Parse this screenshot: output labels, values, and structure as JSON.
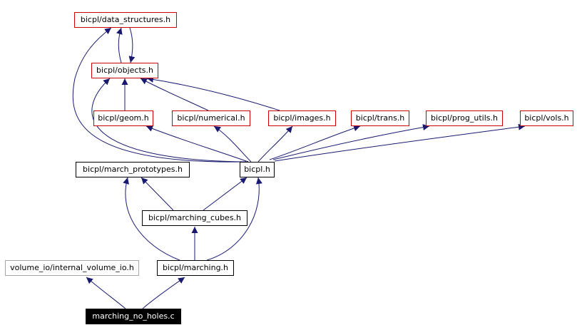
{
  "diagram": {
    "nodes": [
      {
        "id": "data_structures",
        "label": "bicpl/data_structures.h",
        "style": "red"
      },
      {
        "id": "objects",
        "label": "bicpl/objects.h",
        "style": "red"
      },
      {
        "id": "geom",
        "label": "bicpl/geom.h",
        "style": "red"
      },
      {
        "id": "numerical",
        "label": "bicpl/numerical.h",
        "style": "red"
      },
      {
        "id": "images",
        "label": "bicpl/images.h",
        "style": "red"
      },
      {
        "id": "trans",
        "label": "bicpl/trans.h",
        "style": "red"
      },
      {
        "id": "prog_utils",
        "label": "bicpl/prog_utils.h",
        "style": "red"
      },
      {
        "id": "vols",
        "label": "bicpl/vols.h",
        "style": "red"
      },
      {
        "id": "march_prototypes",
        "label": "bicpl/march_prototypes.h",
        "style": "black"
      },
      {
        "id": "bicpl",
        "label": "bicpl.h",
        "style": "black"
      },
      {
        "id": "marching_cubes",
        "label": "bicpl/marching_cubes.h",
        "style": "black"
      },
      {
        "id": "internal_volume_io",
        "label": "volume_io/internal_volume_io.h",
        "style": "gray"
      },
      {
        "id": "marching",
        "label": "bicpl/marching.h",
        "style": "black"
      },
      {
        "id": "root",
        "label": "marching_no_holes.c",
        "style": "root"
      }
    ],
    "edges": [
      {
        "from": "root",
        "to": "internal_volume_io"
      },
      {
        "from": "root",
        "to": "marching"
      },
      {
        "from": "marching",
        "to": "march_prototypes"
      },
      {
        "from": "marching",
        "to": "marching_cubes"
      },
      {
        "from": "marching",
        "to": "bicpl"
      },
      {
        "from": "marching_cubes",
        "to": "march_prototypes"
      },
      {
        "from": "marching_cubes",
        "to": "bicpl"
      },
      {
        "from": "bicpl",
        "to": "data_structures"
      },
      {
        "from": "bicpl",
        "to": "objects"
      },
      {
        "from": "bicpl",
        "to": "geom"
      },
      {
        "from": "bicpl",
        "to": "numerical"
      },
      {
        "from": "bicpl",
        "to": "images"
      },
      {
        "from": "bicpl",
        "to": "trans"
      },
      {
        "from": "bicpl",
        "to": "prog_utils"
      },
      {
        "from": "bicpl",
        "to": "vols"
      },
      {
        "from": "objects",
        "to": "data_structures"
      },
      {
        "from": "data_structures",
        "to": "objects"
      },
      {
        "from": "geom",
        "to": "objects"
      },
      {
        "from": "numerical",
        "to": "objects"
      },
      {
        "from": "images",
        "to": "objects"
      }
    ],
    "colors": {
      "edge": "#191970",
      "red_border": "#cc0000",
      "black_border": "#000000",
      "gray_border": "#a6a6a6",
      "root_fill": "#000000",
      "root_text": "#ffffff"
    }
  }
}
